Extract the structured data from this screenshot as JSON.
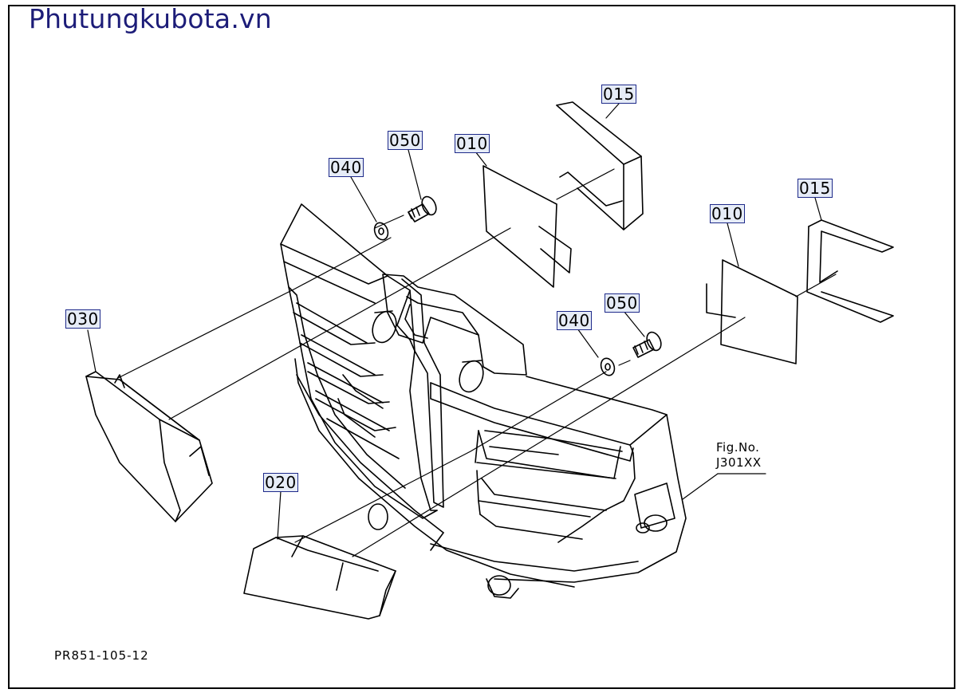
{
  "site_title": "Phutungkubota.vn",
  "figure_ref": {
    "line1": "Fig.No.",
    "line2": "J301XX"
  },
  "drawing_number": "PR851-105-12",
  "part_labels": [
    {
      "id": "015-upper",
      "text": "015"
    },
    {
      "id": "050-left",
      "text": "050"
    },
    {
      "id": "010-left",
      "text": "010"
    },
    {
      "id": "040-left",
      "text": "040"
    },
    {
      "id": "015-right",
      "text": "015"
    },
    {
      "id": "010-right",
      "text": "010"
    },
    {
      "id": "030",
      "text": "030"
    },
    {
      "id": "050-right",
      "text": "050"
    },
    {
      "id": "040-right",
      "text": "040"
    },
    {
      "id": "020",
      "text": "020"
    }
  ]
}
